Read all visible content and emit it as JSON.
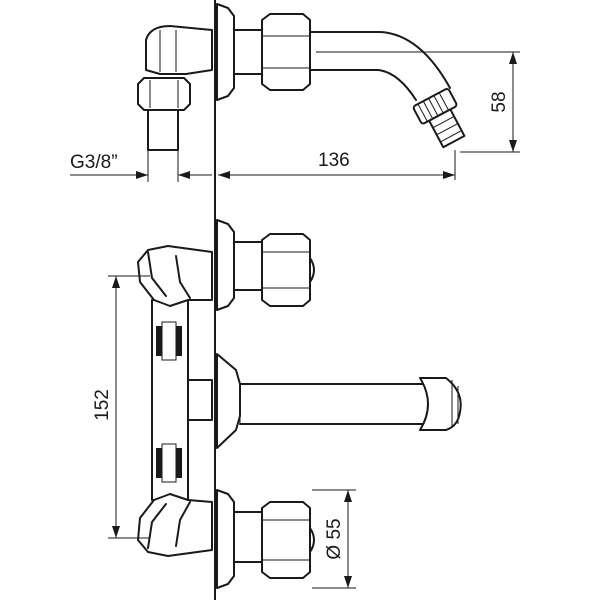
{
  "dimensions": {
    "thread_label": "G3/8”",
    "projection_label": "136",
    "spout_drop_label": "58",
    "center_distance_label": "152",
    "handle_diameter_label": "Ø 55"
  },
  "icons": {
    "arrowhead": "arrowhead-icon"
  }
}
